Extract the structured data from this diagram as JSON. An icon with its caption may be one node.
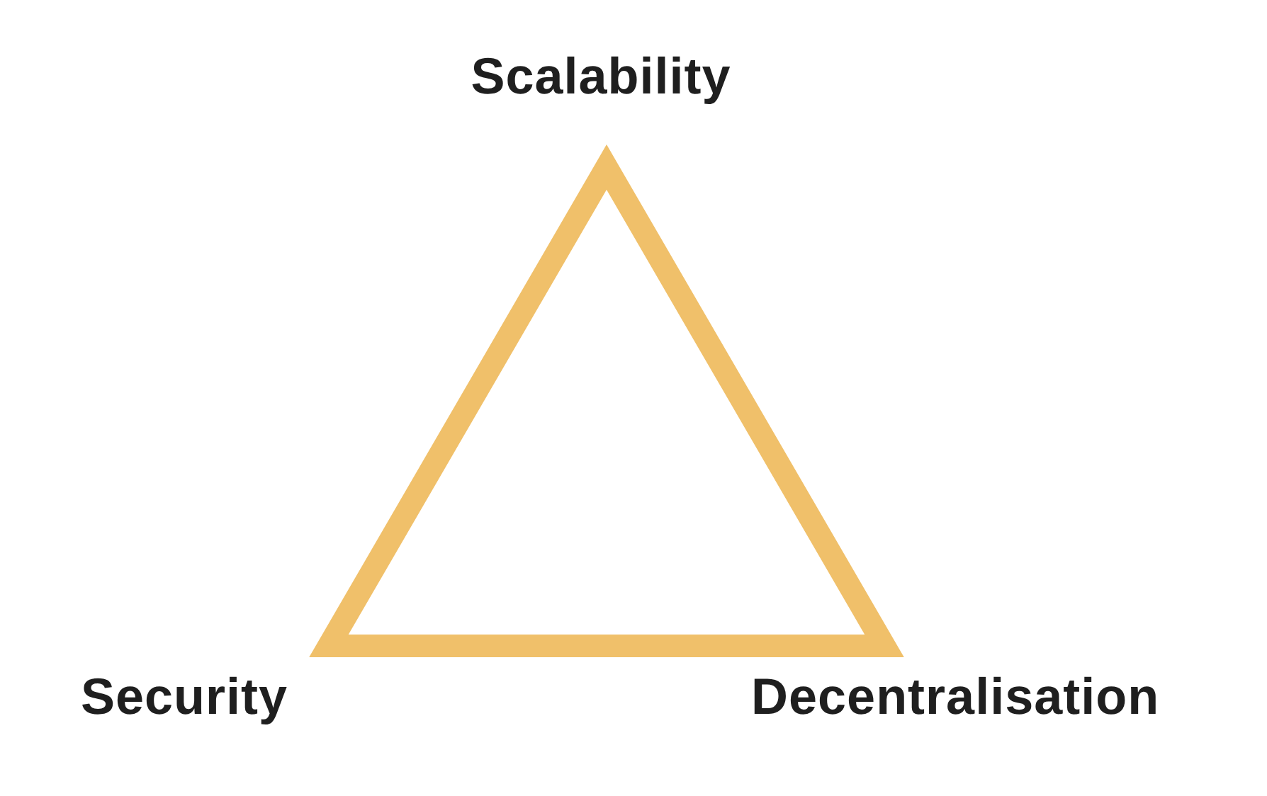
{
  "diagram": {
    "labels": [
      "Scalability",
      "Security",
      "Decentralisation"
    ]
  }
}
